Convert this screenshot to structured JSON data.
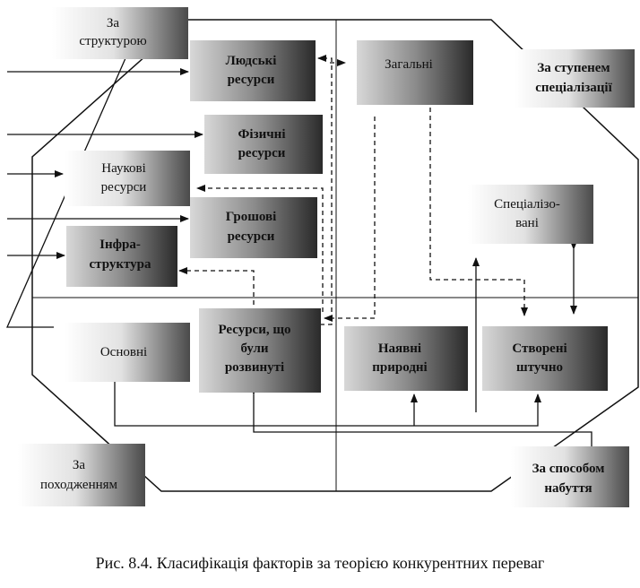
{
  "corner_labels": {
    "structure": [
      "За",
      "структурою"
    ],
    "specialization": [
      "За ступенем",
      "спеціалізації"
    ],
    "origin": [
      "За",
      "походженням"
    ],
    "acquisition": [
      "За способом",
      "набуття"
    ]
  },
  "boxes": {
    "human": [
      "Людські",
      "ресурси"
    ],
    "physical": [
      "Фізичні",
      "ресурси"
    ],
    "scientific": [
      "Наукові",
      "ресурси"
    ],
    "monetary": [
      "Грошові",
      "ресурси"
    ],
    "infrastructure": [
      "Інфра-",
      "структура"
    ],
    "general": [
      "Загальні"
    ],
    "specialized": [
      "Спеціалізо-",
      "вані"
    ],
    "basic": [
      "Основні"
    ],
    "developed": [
      "Ресурси, що",
      "були",
      "розвинуті"
    ],
    "natural": [
      "Наявні",
      "природні"
    ],
    "artificial": [
      "Створені",
      "штучно"
    ]
  },
  "caption": "Рис. 8.4. Класифікація факторів за теорією конкурентних переваг"
}
